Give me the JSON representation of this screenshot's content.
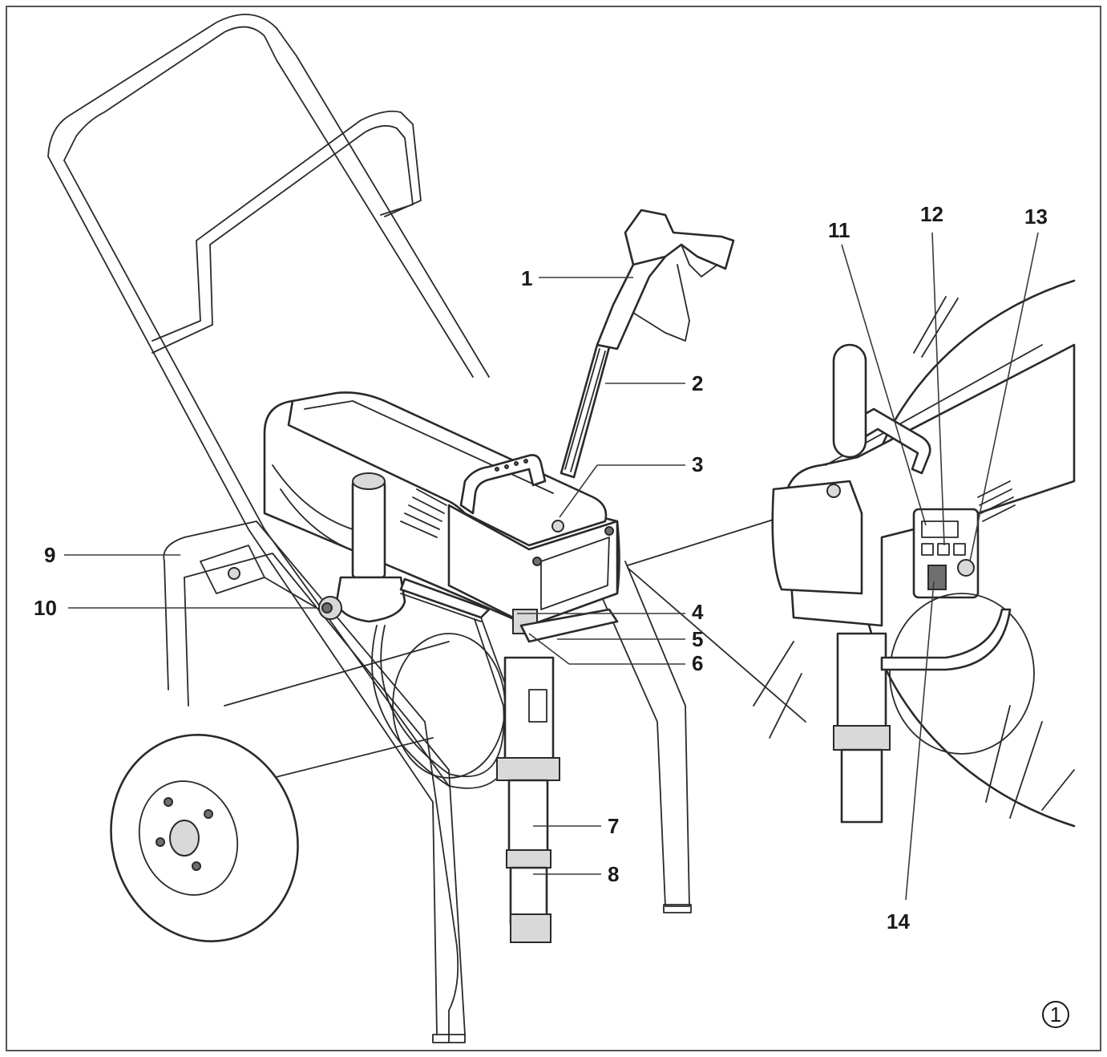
{
  "diagram": {
    "callouts": [
      {
        "id": "1",
        "label": "1"
      },
      {
        "id": "2",
        "label": "2"
      },
      {
        "id": "3",
        "label": "3"
      },
      {
        "id": "4",
        "label": "4"
      },
      {
        "id": "5",
        "label": "5"
      },
      {
        "id": "6",
        "label": "6"
      },
      {
        "id": "7",
        "label": "7"
      },
      {
        "id": "8",
        "label": "8"
      },
      {
        "id": "9",
        "label": "9"
      },
      {
        "id": "10",
        "label": "10"
      },
      {
        "id": "11",
        "label": "11"
      },
      {
        "id": "12",
        "label": "12"
      },
      {
        "id": "13",
        "label": "13"
      },
      {
        "id": "14",
        "label": "14"
      }
    ],
    "figure_number": "1"
  }
}
